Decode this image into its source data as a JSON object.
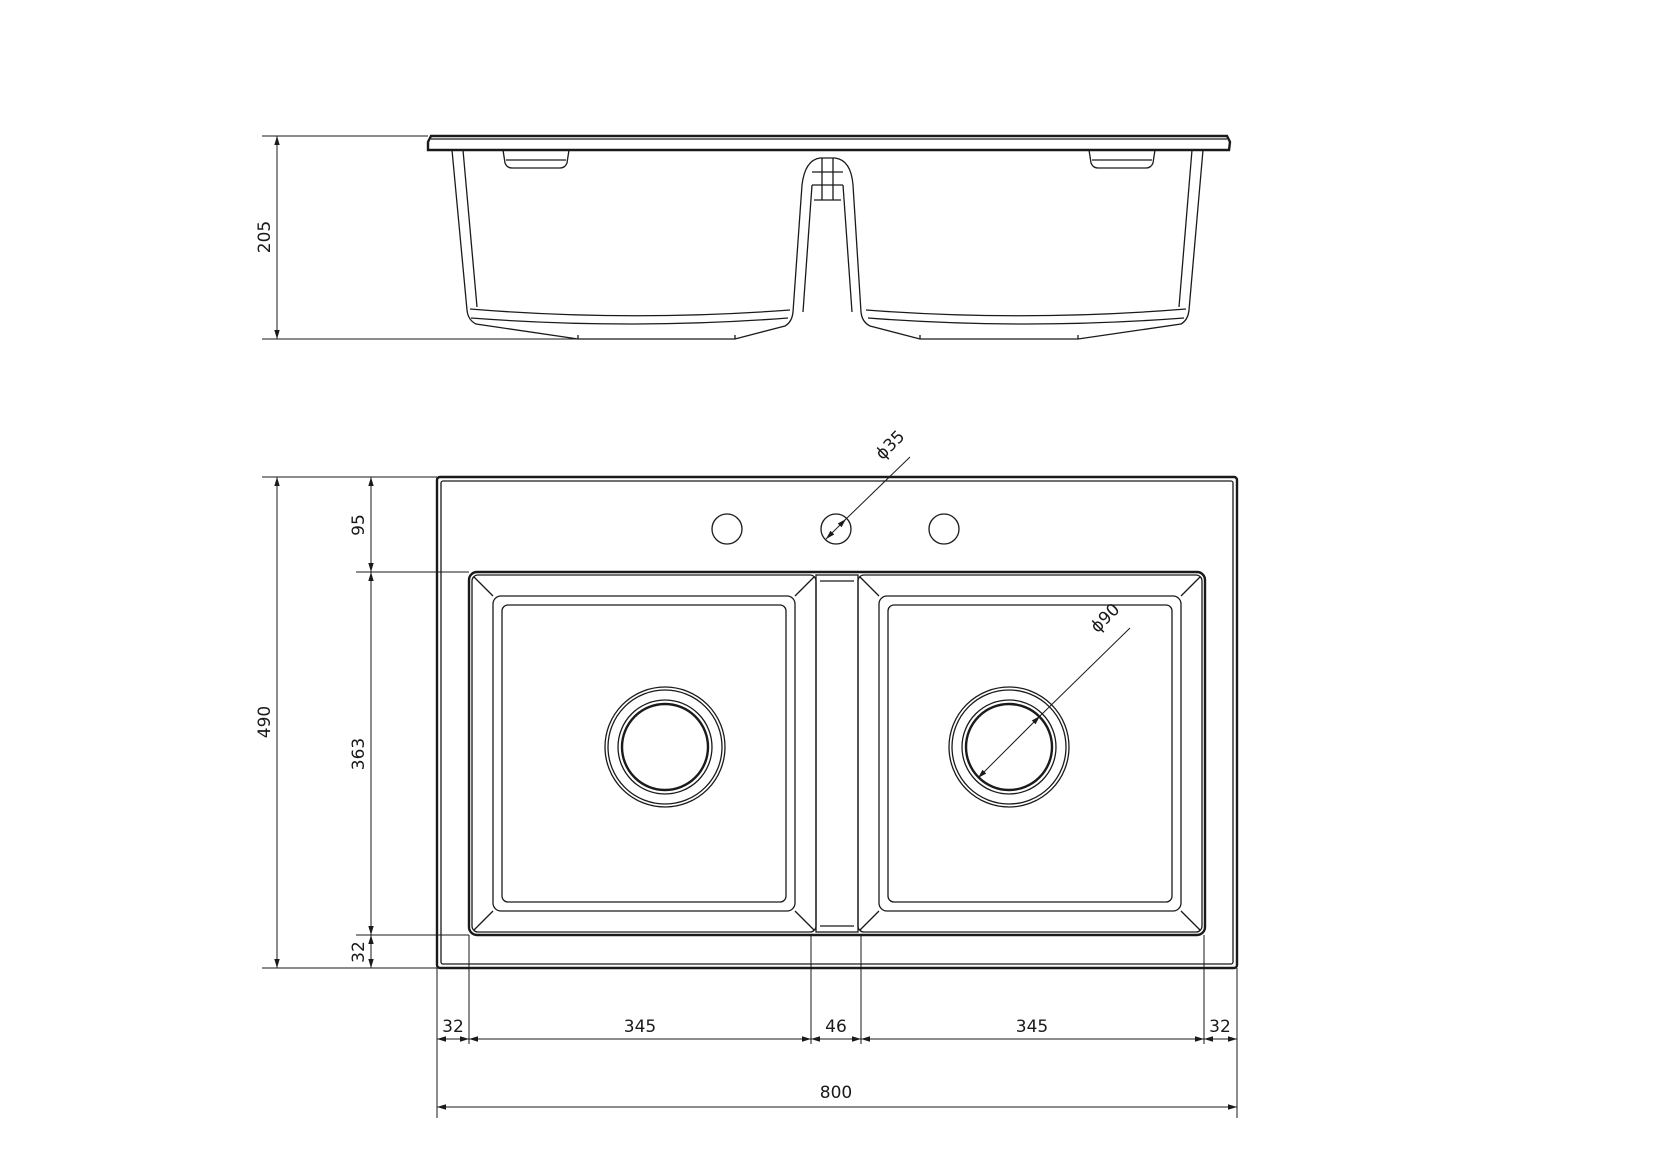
{
  "drawing": {
    "title": "Double bowl sink technical drawing",
    "dimensions": {
      "depth": "205",
      "overall_depth": "490",
      "tap_zone": "95",
      "bowl_length": "363",
      "front_margin": "32",
      "left_margin": "32",
      "left_bowl_width": "345",
      "divider_width": "46",
      "right_bowl_width": "345",
      "right_margin": "32",
      "overall_width": "800",
      "tap_hole_diameter": "ϕ35",
      "drain_diameter": "ϕ90"
    },
    "line_color": "#1a1a1a"
  }
}
